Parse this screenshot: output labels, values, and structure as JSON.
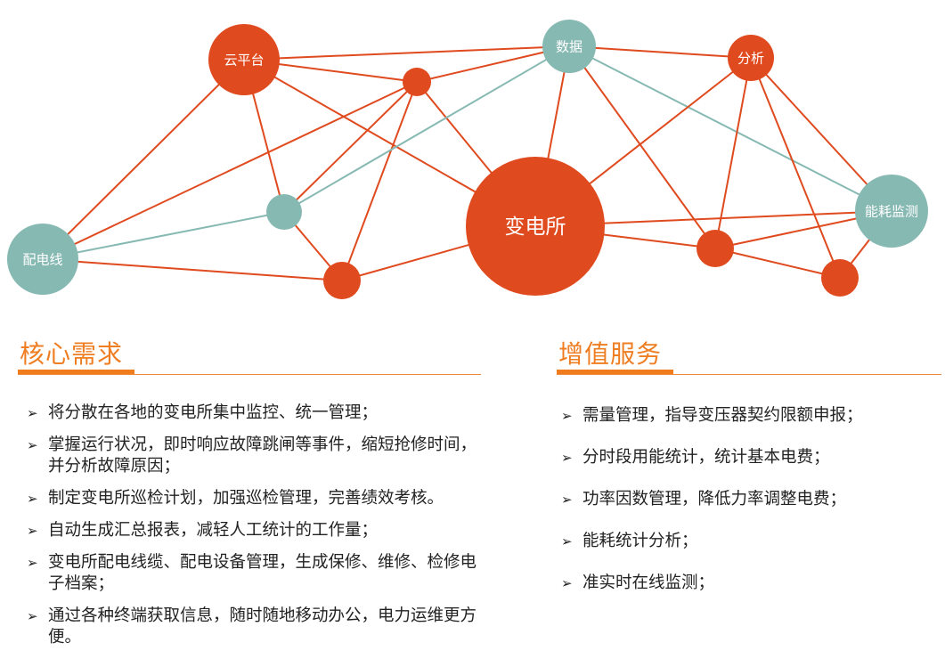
{
  "colors": {
    "red": "#e04a1f",
    "teal": "#87b9b3",
    "orange": "#ef7d22"
  },
  "network": {
    "nodes": [
      {
        "id": "cloud",
        "label": "云平台",
        "type": "red"
      },
      {
        "id": "a",
        "label": "",
        "type": "red"
      },
      {
        "id": "data",
        "label": "数据",
        "type": "teal"
      },
      {
        "id": "analysis",
        "label": "分析",
        "type": "red"
      },
      {
        "id": "b",
        "label": "",
        "type": "teal"
      },
      {
        "id": "line",
        "label": "配电线",
        "type": "teal"
      },
      {
        "id": "c",
        "label": "",
        "type": "red"
      },
      {
        "id": "substation",
        "label": "变电所",
        "type": "red"
      },
      {
        "id": "d",
        "label": "",
        "type": "red"
      },
      {
        "id": "energy",
        "label": "能耗监测",
        "type": "teal"
      },
      {
        "id": "e",
        "label": "",
        "type": "red"
      }
    ],
    "edges": [
      [
        "cloud",
        "data",
        "red"
      ],
      [
        "cloud",
        "a",
        "red"
      ],
      [
        "cloud",
        "line",
        "red"
      ],
      [
        "cloud",
        "substation",
        "red"
      ],
      [
        "cloud",
        "b",
        "red"
      ],
      [
        "a",
        "data",
        "red"
      ],
      [
        "a",
        "line",
        "red"
      ],
      [
        "a",
        "b",
        "red"
      ],
      [
        "a",
        "c",
        "red"
      ],
      [
        "a",
        "substation",
        "red"
      ],
      [
        "data",
        "b",
        "teal"
      ],
      [
        "data",
        "analysis",
        "red"
      ],
      [
        "data",
        "substation",
        "red"
      ],
      [
        "data",
        "d",
        "red"
      ],
      [
        "data",
        "energy",
        "teal"
      ],
      [
        "analysis",
        "substation",
        "red"
      ],
      [
        "analysis",
        "d",
        "red"
      ],
      [
        "analysis",
        "e",
        "red"
      ],
      [
        "analysis",
        "energy",
        "red"
      ],
      [
        "line",
        "b",
        "teal"
      ],
      [
        "line",
        "c",
        "red"
      ],
      [
        "b",
        "c",
        "red"
      ],
      [
        "c",
        "substation",
        "red"
      ],
      [
        "substation",
        "energy",
        "red"
      ],
      [
        "substation",
        "d",
        "red"
      ],
      [
        "d",
        "energy",
        "red"
      ],
      [
        "d",
        "e",
        "red"
      ],
      [
        "e",
        "energy",
        "red"
      ]
    ]
  },
  "left": {
    "title": "核心需求",
    "items": [
      "将分散在各地的变电所集中监控、统一管理；",
      "掌握运行状况，即时响应故障跳闸等事件，缩短抢修时间，并分析故障原因；",
      "制定变电所巡检计划，加强巡检管理，完善绩效考核。",
      "自动生成汇总报表，减轻人工统计的工作量；",
      "变电所配电线缆、配电设备管理，生成保修、维修、检修电子档案；",
      "通过各种终端获取信息，随时随地移动办公，电力运维更方便。"
    ]
  },
  "right": {
    "title": "增值服务",
    "items": [
      "需量管理，指导变压器契约限额申报；",
      "分时段用能统计，统计基本电费；",
      "功率因数管理，降低力率调整电费；",
      "能耗统计分析；",
      "准实时在线监测；"
    ]
  },
  "bullet": "➢"
}
